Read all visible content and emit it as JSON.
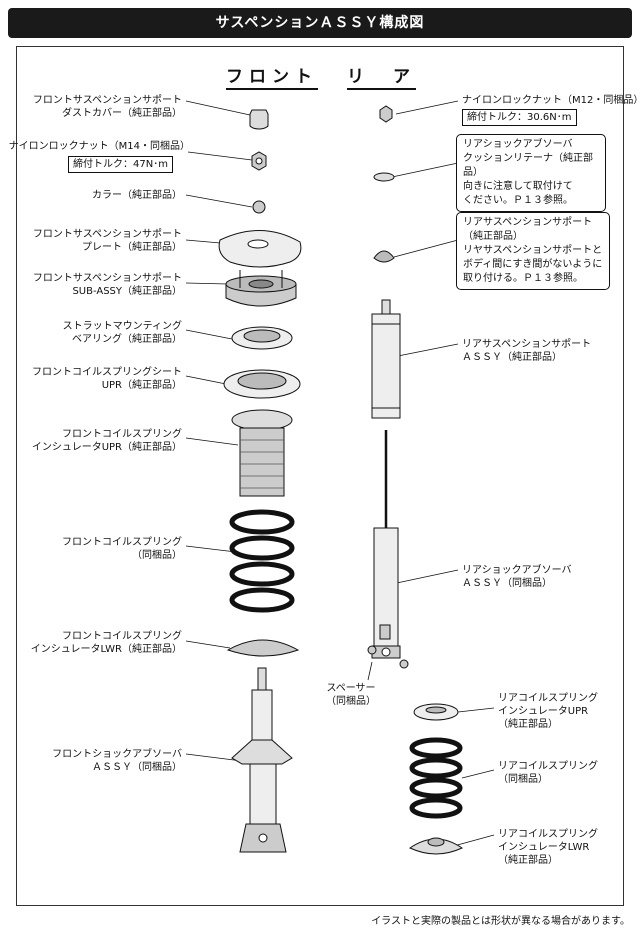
{
  "title": "サスペンションＡＳＳＹ構成図",
  "headers": {
    "front": "フロント",
    "rear": "リ　ア"
  },
  "front": {
    "dust_cover": [
      "フロントサスペンションサポート",
      "ダストカバー（純正部品）"
    ],
    "nut": "ナイロンロックナット（M14・同梱品）",
    "nut_torque": "締付トルク：47N･m",
    "collar": "カラー（純正部品）",
    "plate": [
      "フロントサスペンションサポート",
      "プレート（純正部品）"
    ],
    "support": [
      "フロントサスペンションサポート",
      "SUB-ASSY（純正部品）"
    ],
    "bearing": [
      "ストラットマウンティング",
      "ベアリング（純正部品）"
    ],
    "seat": [
      "フロントコイルスプリングシート",
      "UPR（純正部品）"
    ],
    "ins_upr": [
      "フロントコイルスプリング",
      "インシュレータUPR（純正部品）"
    ],
    "spring": [
      "フロントコイルスプリング",
      "（同梱品）"
    ],
    "ins_lwr": [
      "フロントコイルスプリング",
      "インシュレータLWR（純正部品）"
    ],
    "shock": [
      "フロントショックアブソーバ",
      "ＡＳＳＹ（同梱品）"
    ]
  },
  "rear": {
    "nut": "ナイロンロックナット（M12・同梱品）",
    "nut_torque": "締付トルク：30.6N･m",
    "retainer_note": [
      "リアショックアブソーバ",
      "クッションリテーナ（純正部品）",
      "向きに注意して取付けて",
      "ください。Ｐ１３参照。"
    ],
    "support_note": [
      "リアサスペンションサポート",
      "（純正部品）",
      "リヤサスペンションサポートと",
      "ボディ間にすき間がないように",
      "取り付ける。Ｐ１３参照。"
    ],
    "support_assy": [
      "リアサスペンションサポート",
      "ＡＳＳＹ（純正部品）"
    ],
    "shock": [
      "リアショックアブソーバ",
      "ＡＳＳＹ（同梱品）"
    ],
    "spacer": [
      "スペーサー",
      "（同梱品）"
    ],
    "ins_upr": [
      "リアコイルスプリング",
      "インシュレータUPR",
      "（純正部品）"
    ],
    "spring": [
      "リアコイルスプリング",
      "（同梱品）"
    ],
    "ins_lwr": [
      "リアコイルスプリング",
      "インシュレータLWR",
      "（純正部品）"
    ]
  },
  "footer": "イラストと実際の製品とは形状が異なる場合があります。"
}
